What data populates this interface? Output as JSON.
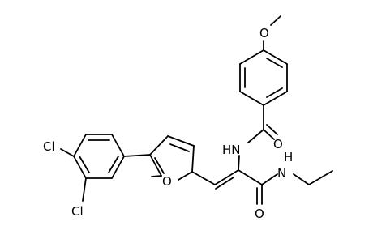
{
  "atoms": {
    "methoxy_o": "O",
    "amide_nh": "HN",
    "carbonyl_o1": "O",
    "amide_nh2": "N",
    "amide_h2": "H",
    "carbonyl_o2": "O",
    "furan_o": "O",
    "cl_top": "Cl",
    "cl_bottom": "Cl"
  }
}
